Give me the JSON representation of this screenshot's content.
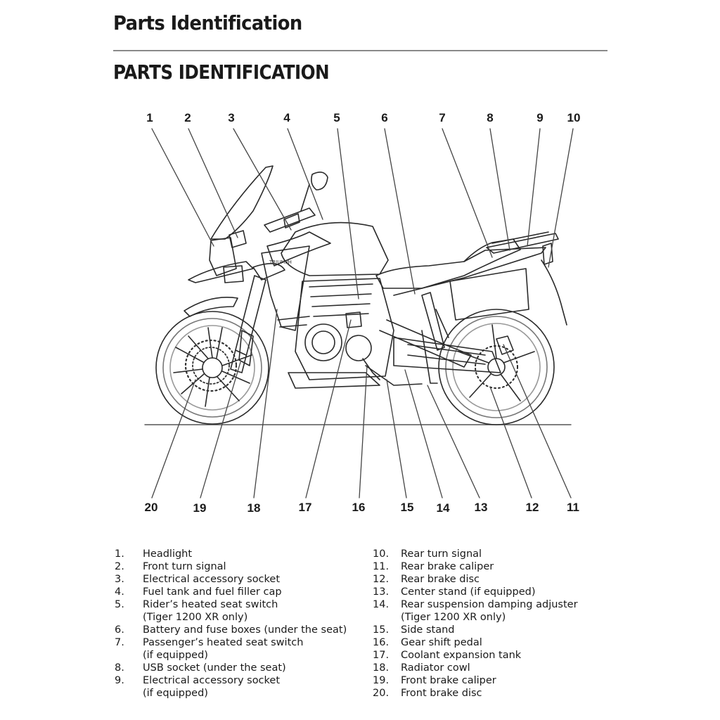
{
  "page": {
    "running_head": "Parts Identification",
    "section_title": "PARTS IDENTIFICATION"
  },
  "figure": {
    "subject": "motorcycle-side-view-line-drawing",
    "top_callouts": [
      "1",
      "2",
      "3",
      "4",
      "5",
      "6",
      "7",
      "8",
      "9",
      "10"
    ],
    "bottom_callouts": [
      "20",
      "19",
      "18",
      "17",
      "16",
      "15",
      "14",
      "13",
      "12",
      "11"
    ]
  },
  "legend": {
    "left": [
      {
        "num": "1.",
        "text": "Headlight"
      },
      {
        "num": "2.",
        "text": "Front turn signal"
      },
      {
        "num": "3.",
        "text": "Electrical accessory socket"
      },
      {
        "num": "4.",
        "text": "Fuel tank and fuel filler cap"
      },
      {
        "num": "5.",
        "text": "Rider’s heated seat switch\n(Tiger 1200 XR only)"
      },
      {
        "num": "6.",
        "text": "Battery and fuse boxes (under the seat)"
      },
      {
        "num": "7.",
        "text": "Passenger’s heated seat switch\n(if equipped)"
      },
      {
        "num": "8.",
        "text": "USB socket (under the seat)"
      },
      {
        "num": "9.",
        "text": "Electrical accessory socket\n(if equipped)"
      }
    ],
    "right": [
      {
        "num": "10.",
        "text": "Rear turn signal"
      },
      {
        "num": "11.",
        "text": "Rear brake caliper"
      },
      {
        "num": "12.",
        "text": "Rear brake disc"
      },
      {
        "num": "13.",
        "text": "Center stand (if equipped)"
      },
      {
        "num": "14.",
        "text": "Rear suspension damping adjuster\n(Tiger 1200 XR only)"
      },
      {
        "num": "15.",
        "text": "Side stand"
      },
      {
        "num": "16.",
        "text": "Gear shift pedal"
      },
      {
        "num": "17.",
        "text": "Coolant expansion tank"
      },
      {
        "num": "18.",
        "text": "Radiator cowl"
      },
      {
        "num": "19.",
        "text": "Front brake caliper"
      },
      {
        "num": "20.",
        "text": "Front brake disc"
      }
    ]
  }
}
